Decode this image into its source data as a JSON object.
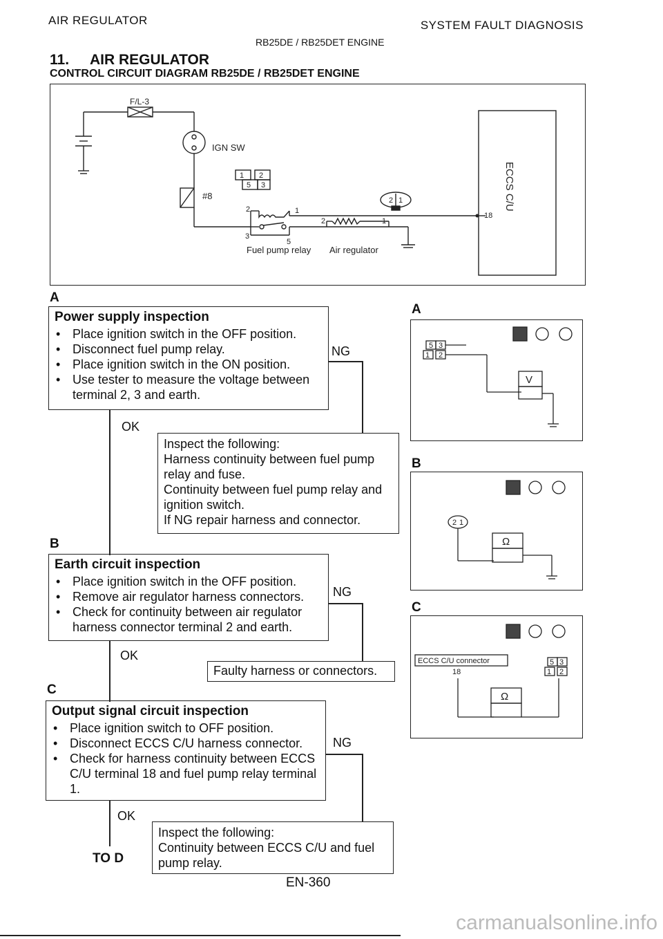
{
  "header": {
    "left": "AIR REGULATOR",
    "right": "SYSTEM FAULT DIAGNOSIS",
    "sub": "RB25DE / RB25DET ENGINE"
  },
  "section": {
    "number": "11.",
    "title": "AIR REGULATOR",
    "subtitle": "CONTROL CIRCUIT DIAGRAM RB25DE / RB25DET ENGINE"
  },
  "circuit": {
    "fuse": "F/L-3",
    "ign_sw": "IGN SW",
    "fuse8": "#8",
    "relay_pins_top": [
      "1",
      "2"
    ],
    "relay_pins_bottom": [
      "5",
      "3"
    ],
    "conn_pins": [
      "2",
      "1"
    ],
    "relay_t2": "2",
    "relay_t1": "1",
    "relay_t3": "3",
    "relay_t5": "5",
    "reg_t2": "2",
    "reg_t1": "1",
    "ecu_pin": "18",
    "fuel_pump_relay": "Fuel pump relay",
    "air_regulator": "Air regulator",
    "ecu_label": "ECCS C/U"
  },
  "flow": {
    "a_label": "A",
    "a_title": "Power supply inspection",
    "a_items": [
      "Place ignition switch in the OFF position.",
      "Disconnect fuel pump relay.",
      "Place ignition switch in the ON position.",
      "Use tester to measure the voltage between terminal 2, 3 and earth."
    ],
    "ng": "NG",
    "ok": "OK",
    "a_ng_box": [
      "Inspect the following:",
      "Harness continuity between fuel pump relay and fuse.",
      "Continuity between fuel pump relay and ignition switch.",
      "If NG repair harness and connector."
    ],
    "b_label": "B",
    "b_title": "Earth circuit inspection",
    "b_items": [
      "Place ignition switch in the OFF position.",
      "Remove air regulator harness connectors.",
      "Check for continuity between air regulator harness connector terminal 2 and earth."
    ],
    "b_ng_box": "Faulty harness or connectors.",
    "c_label": "C",
    "c_title": "Output signal circuit inspection",
    "c_items": [
      "Place ignition switch to OFF position.",
      "Disconnect ECCS C/U harness connector.",
      "Check for harness continuity between ECCS C/U terminal 18 and fuel pump relay terminal 1."
    ],
    "c_ng_box": [
      "Inspect the following:",
      "Continuity between ECCS C/U and fuel pump relay."
    ],
    "to_d": "TO D"
  },
  "side": {
    "a_label": "A",
    "b_label": "B",
    "c_label": "C",
    "a_pins_top": [
      "5",
      "3"
    ],
    "a_pins_bottom": [
      "1",
      "2"
    ],
    "v_sym": "V",
    "ohm_sym": "Ω",
    "b_conn": [
      "2",
      "1"
    ],
    "c_conn_label": "ECCS C/U connector",
    "c_pin": "18",
    "c_pins_top": [
      "5",
      "3"
    ],
    "c_pins_bottom": [
      "1",
      "2"
    ]
  },
  "footer": {
    "page": "EN-360",
    "watermark": "carmanualsonline.info"
  }
}
